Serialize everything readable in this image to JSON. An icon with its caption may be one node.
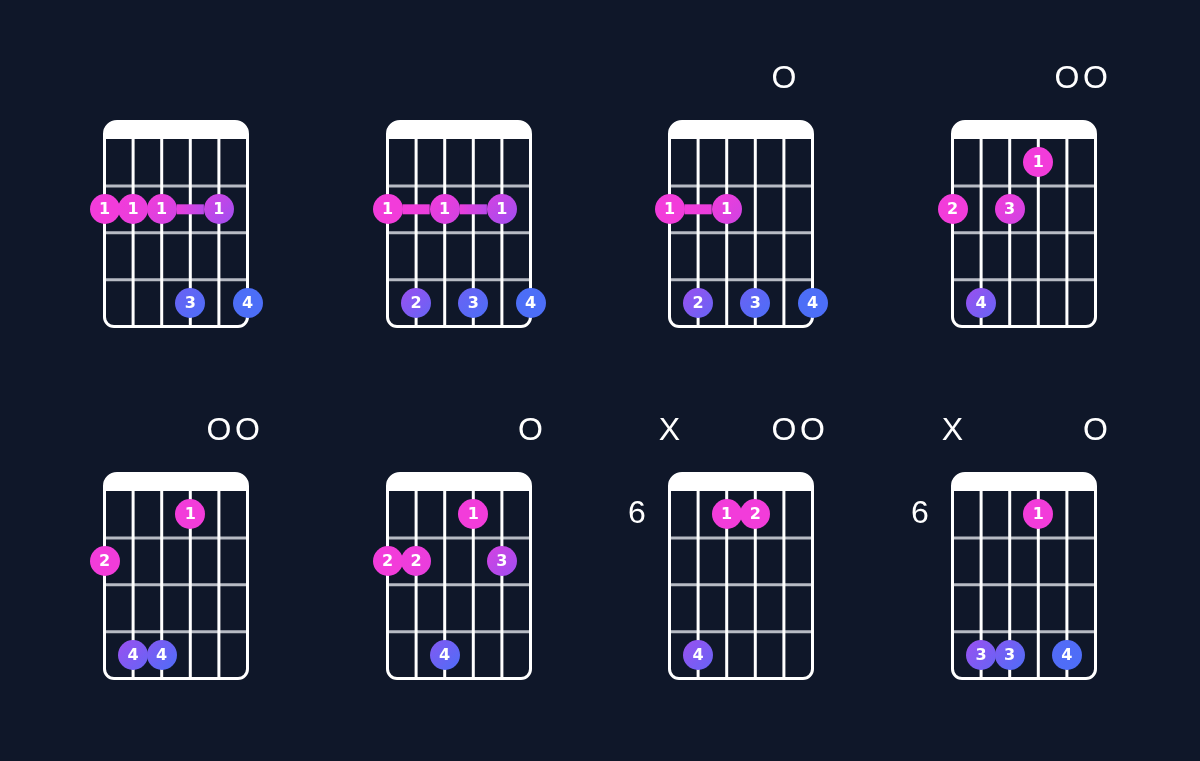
{
  "diagram": {
    "nodes": [
      {
        "text": [],
        "shape": "grid"
      },
      {
        "text": [
          "1"
        ],
        "in": 0
      },
      {
        "text": [
          "1"
        ],
        "in": 0
      },
      {
        "text": [
          "1"
        ],
        "in": 0
      },
      {
        "text": [
          "1"
        ],
        "in": 0
      },
      {
        "text": [
          "3"
        ],
        "in": 0
      },
      {
        "text": [
          "4"
        ],
        "in": 0
      },
      {
        "text": [],
        "shape": "grid"
      },
      {
        "text": [
          "1"
        ],
        "in": 7
      },
      {
        "text": [
          "1"
        ],
        "in": 7
      },
      {
        "text": [
          "1"
        ],
        "in": 7
      },
      {
        "text": [
          "2"
        ],
        "in": 7
      },
      {
        "text": [
          "3"
        ],
        "in": 7
      },
      {
        "text": [
          "4"
        ],
        "in": 7
      },
      {
        "text": [],
        "shape": "grid",
        "beside": [
          "O"
        ]
      },
      {
        "text": [
          "1"
        ],
        "in": 14
      },
      {
        "text": [
          "1"
        ],
        "in": 14
      },
      {
        "text": [
          "2"
        ],
        "in": 14
      },
      {
        "text": [
          "3"
        ],
        "in": 14
      },
      {
        "text": [
          "4"
        ],
        "in": 14
      },
      {
        "text": [],
        "shape": "grid",
        "beside": [
          "O",
          "O"
        ]
      },
      {
        "text": [
          "1"
        ],
        "in": 20
      },
      {
        "text": [
          "2"
        ],
        "in": 20
      },
      {
        "text": [
          "3"
        ],
        "in": 20
      },
      {
        "text": [
          "4"
        ],
        "in": 20
      },
      {
        "text": [],
        "shape": "grid",
        "beside": [
          "O",
          "O"
        ]
      },
      {
        "text": [
          "1"
        ],
        "in": 25
      },
      {
        "text": [
          "2"
        ],
        "in": 25
      },
      {
        "text": [
          "4"
        ],
        "in": 25
      },
      {
        "text": [
          "4"
        ],
        "in": 25
      },
      {
        "text": [],
        "shape": "grid",
        "beside": [
          "O"
        ]
      },
      {
        "text": [
          "1"
        ],
        "in": 30
      },
      {
        "text": [
          "2"
        ],
        "in": 30
      },
      {
        "text": [
          "2"
        ],
        "in": 30
      },
      {
        "text": [
          "3"
        ],
        "in": 30
      },
      {
        "text": [
          "4"
        ],
        "in": 30
      },
      {
        "text": [],
        "shape": "grid",
        "beside": [
          "X",
          "O",
          "O",
          "6"
        ]
      },
      {
        "text": [
          "1"
        ],
        "in": 36
      },
      {
        "text": [
          "2"
        ],
        "in": 36
      },
      {
        "text": [
          "4"
        ],
        "in": 36
      },
      {
        "text": [],
        "shape": "grid",
        "beside": [
          "X",
          "O",
          "6"
        ]
      },
      {
        "text": [
          "1"
        ],
        "in": 40
      },
      {
        "text": [
          "3"
        ],
        "in": 40
      },
      {
        "text": [
          "3"
        ],
        "in": 40
      },
      {
        "text": [
          "4"
        ],
        "in": 40
      }
    ],
    "edges": [
      {
        "from": 3,
        "to": 4,
        "arrow": "none"
      },
      {
        "from": 8,
        "to": 9,
        "arrow": "none"
      },
      {
        "from": 9,
        "to": 10,
        "arrow": "none"
      },
      {
        "from": 15,
        "to": 16,
        "arrow": "none"
      }
    ]
  }
}
